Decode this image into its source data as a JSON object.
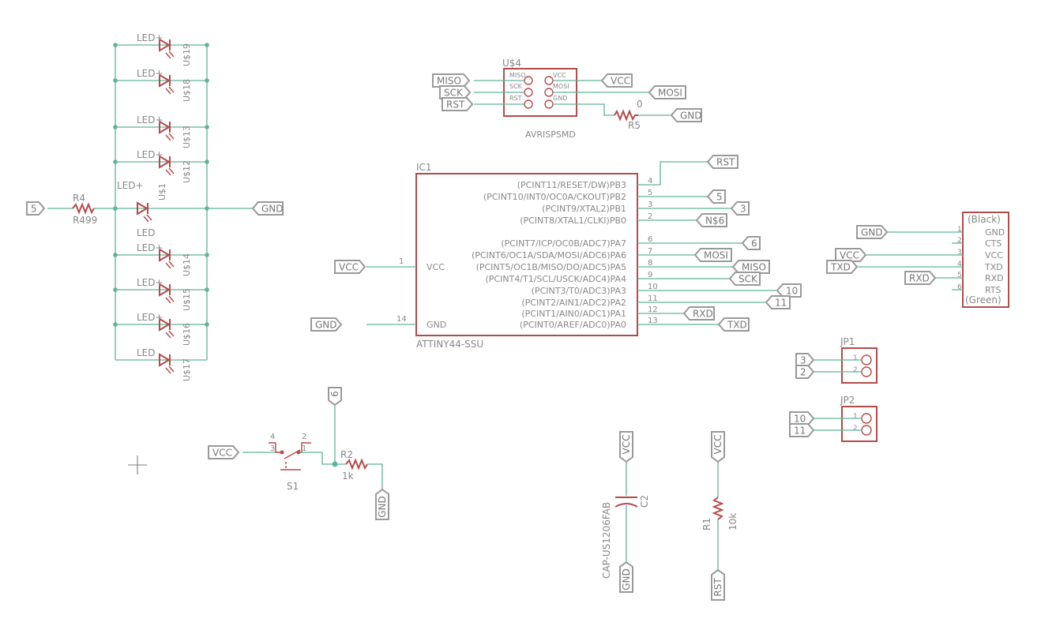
{
  "colors": {
    "wire": "#5fb39a",
    "part": "#b54a4a",
    "label": "#999999",
    "text": "#888888",
    "background": "#ffffff"
  },
  "led_column": {
    "rows": [
      {
        "name": "LED",
        "value": "U$19",
        "plus_name": true
      },
      {
        "name": "LED",
        "value": "U$18",
        "plus_name": true
      },
      {
        "name": "LED",
        "value": "U$13",
        "plus_name": true
      },
      {
        "name": "LED",
        "value": "U$12",
        "plus_name": true
      },
      {
        "name": "LED",
        "value": "U$1",
        "plus_name": true
      },
      {
        "name": "LED",
        "value": "U$14",
        "plus_name": true
      },
      {
        "name": "LED",
        "value": "U$15",
        "plus_name": true
      },
      {
        "name": "LED",
        "value": "U$16",
        "plus_name": true
      },
      {
        "name": "LED",
        "value": "U$17",
        "plus_name": false
      }
    ],
    "resistor": {
      "name": "R4",
      "value": "R499"
    },
    "net_in": "5",
    "net_out": "GND"
  },
  "isp_header": {
    "name": "U$4",
    "value": "AVRISPSMD",
    "left_pins": [
      "MISO",
      "SCK",
      "RST"
    ],
    "right_pins": [
      "VCC",
      "MOSI",
      "GND"
    ],
    "left_nets": [
      "MISO",
      "SCK",
      "RST"
    ],
    "right_nets": [
      "VCC",
      "MOSI"
    ],
    "resistor": {
      "name": "R5",
      "value": "0"
    },
    "gnd_net": "GND"
  },
  "mcu": {
    "name": "IC1",
    "value": "ATTINY44-SSU",
    "left_pins": [
      {
        "num": "1",
        "label": "VCC",
        "net": "VCC"
      },
      {
        "num": "14",
        "label": "GND",
        "net": "GND"
      }
    ],
    "right_pins": [
      {
        "num": "4",
        "label": "(PCINT11/RESET/DW)PB3",
        "net": "RST"
      },
      {
        "num": "5",
        "label": "(PCINT10/INT0/OC0A/CKOUT)PB2",
        "net": "5"
      },
      {
        "num": "3",
        "label": "(PCINT9/XTAL2)PB1",
        "net": "3"
      },
      {
        "num": "2",
        "label": "(PCINT8/XTAL1/CLKI)PB0",
        "net": "N$6"
      },
      {
        "num": "6",
        "label": "(PCINT7/ICP/OC0B/ADC7)PA7",
        "net": "6"
      },
      {
        "num": "7",
        "label": "(PCINT6/OC1A/SDA/MOSI/ADC6)PA6",
        "net": "MOSI"
      },
      {
        "num": "8",
        "label": "(PCINT5/OC1B/MISO/DO/ADC5)PA5",
        "net": "MISO"
      },
      {
        "num": "9",
        "label": "(PCINT4/T1/SCL/USCK/ADC4)PA4",
        "net": "SCK"
      },
      {
        "num": "10",
        "label": "(PCINT3/T0/ADC3)PA3",
        "net": "10"
      },
      {
        "num": "11",
        "label": "(PCINT2/AIN1/ADC2)PA2",
        "net": "11"
      },
      {
        "num": "12",
        "label": "(PCINT1/AIN0/ADC1)PA1",
        "net": "RXD"
      },
      {
        "num": "13",
        "label": "(PCINT0/AREF/ADC0)PA0",
        "net": "TXD"
      }
    ]
  },
  "ftdi": {
    "top": "(Black)",
    "bottom": "(Green)",
    "pins": [
      {
        "num": "1",
        "label": "GND",
        "net": "GND"
      },
      {
        "num": "2",
        "label": "CTS",
        "net": ""
      },
      {
        "num": "3",
        "label": "VCC",
        "net": "VCC"
      },
      {
        "num": "4",
        "label": "TXD",
        "net": "TXD"
      },
      {
        "num": "5",
        "label": "RXD",
        "net": "RXD"
      },
      {
        "num": "6",
        "label": "RTS",
        "net": ""
      }
    ]
  },
  "jp1": {
    "name": "JP1",
    "pins": [
      "1",
      "2"
    ],
    "nets": [
      "3",
      "2"
    ]
  },
  "jp2": {
    "name": "JP2",
    "pins": [
      "1",
      "2"
    ],
    "nets": [
      "10",
      "11"
    ]
  },
  "switch": {
    "name": "S1",
    "pins": [
      "4",
      "3",
      "2",
      "1"
    ],
    "net_in": "VCC",
    "net_top": "6",
    "resistor": {
      "name": "R2",
      "value": "1k"
    },
    "net_gnd": "GND"
  },
  "capacitor": {
    "name": "C2",
    "value": "CAP-US1206FAB",
    "net_top": "VCC",
    "net_bottom": "GND"
  },
  "pullup": {
    "name": "R1",
    "value": "10k",
    "net_top": "VCC",
    "net_bottom": "RST"
  }
}
